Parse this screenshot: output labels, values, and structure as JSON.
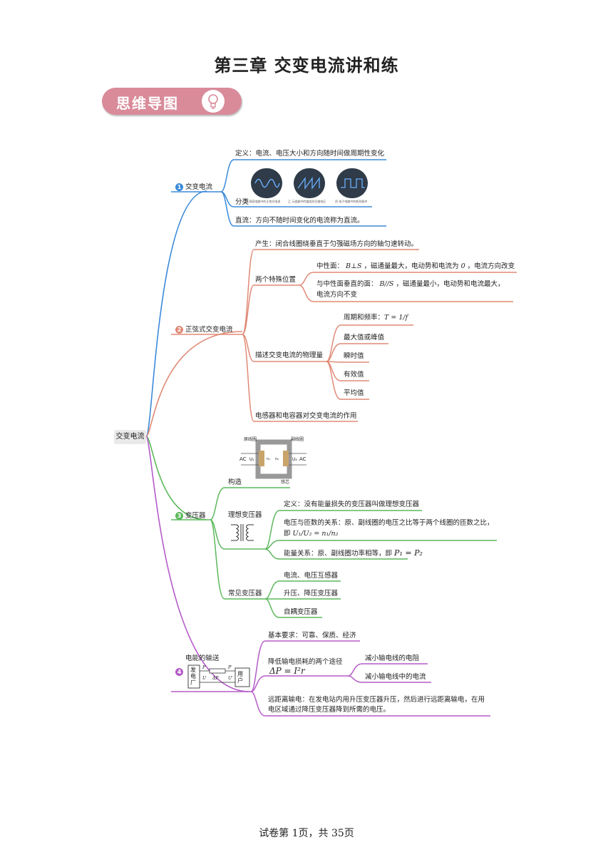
{
  "page": {
    "title": "第三章  交变电流讲和练",
    "badge": "思维导图",
    "footer": "试卷第 1页，共 35页"
  },
  "root_label": "交变电流",
  "branch1": {
    "number": "1",
    "label": "交变电流",
    "color": "#3b8ad9",
    "definition": "定义：电流、电压大小和方向随时间做周期性变化",
    "classify": "分类",
    "captions": [
      "甲  家庭电路中的正弦式电流",
      "乙  示波器中的锯齿形扫描电压",
      "丙  电子电路中的矩形脉冲"
    ],
    "dc": "直流：方向不随时间变化的电流称为直流。"
  },
  "branch2": {
    "number": "2",
    "label": "正弦式交变电流",
    "color": "#e08a76",
    "produce": "产生：闭合线圈绕垂直于匀强磁场方向的轴匀速转动。",
    "two_positions": "两个特殊位置",
    "neutral_a": "中性面：",
    "neutral_math": "B⊥S",
    "neutral_b": "，磁通量最大，电动势和电流为",
    "neutral_zero": "0",
    "neutral_c": "，电流方向改变",
    "perp_a": "与中性面垂直的面：",
    "perp_math": "B//S",
    "perp_b": "，磁通量最小，电动势和电流最大，",
    "perp_c": "电流方向不变",
    "describe": "描述交变电流的物理量",
    "period_text": "周期和频率：",
    "period_math": "T = 1/f",
    "quantities": [
      "最大值或峰值",
      "瞬时值",
      "有效值",
      "平均值"
    ],
    "inductor": "电感器和电容器对交变电流的作用"
  },
  "branch3": {
    "number": "3",
    "label": "变压器",
    "color": "#5cb85c",
    "structure": "构造",
    "diagram": {
      "primary": "原线圈",
      "secondary": "副线圈",
      "core": "铁芯",
      "ac": "AC",
      "u1": "U₁",
      "u2": "U₂",
      "n1": "n₁",
      "n2": "n₂"
    },
    "ideal": "理想变压器",
    "ideal_def": "定义：没有能量损失的变压器叫做理想变压器",
    "ratio_a": "电压与匝数的关系：原、副线圈的电压之比等于两个线圈的匝数之比，",
    "ratio_b": "即",
    "ratio_math": "U₁/U₂ = n₁/n₂",
    "energy_a": "能量关系：原、副线圈功率相等，即",
    "energy_math": "P₁ = P₂",
    "common": "常见变压器",
    "common_items": [
      "电流、电压互感器",
      "升压、降压变压器",
      "自耦变压器"
    ]
  },
  "branch4": {
    "number": "4",
    "label": "电能的输送",
    "color": "#b55cc8",
    "diagram": {
      "gen": "发电厂",
      "user": "用户",
      "p": "P",
      "pp": "P′",
      "u": "U",
      "up": "U′",
      "dp": "ΔP"
    },
    "basic": "基本要求：可靠、保质、经济",
    "reduce": "降低输电损耗的两个途径",
    "reduce_math": "ΔP = I²r",
    "reduce_items": [
      "减小输电线的电阻",
      "减小输电线中的电流"
    ],
    "long_a": "远距离输电：在发电站内用升压变压器升压，然后进行远距离输电，在用",
    "long_b": "电区域通过降压变压器降到所需的电压。"
  }
}
